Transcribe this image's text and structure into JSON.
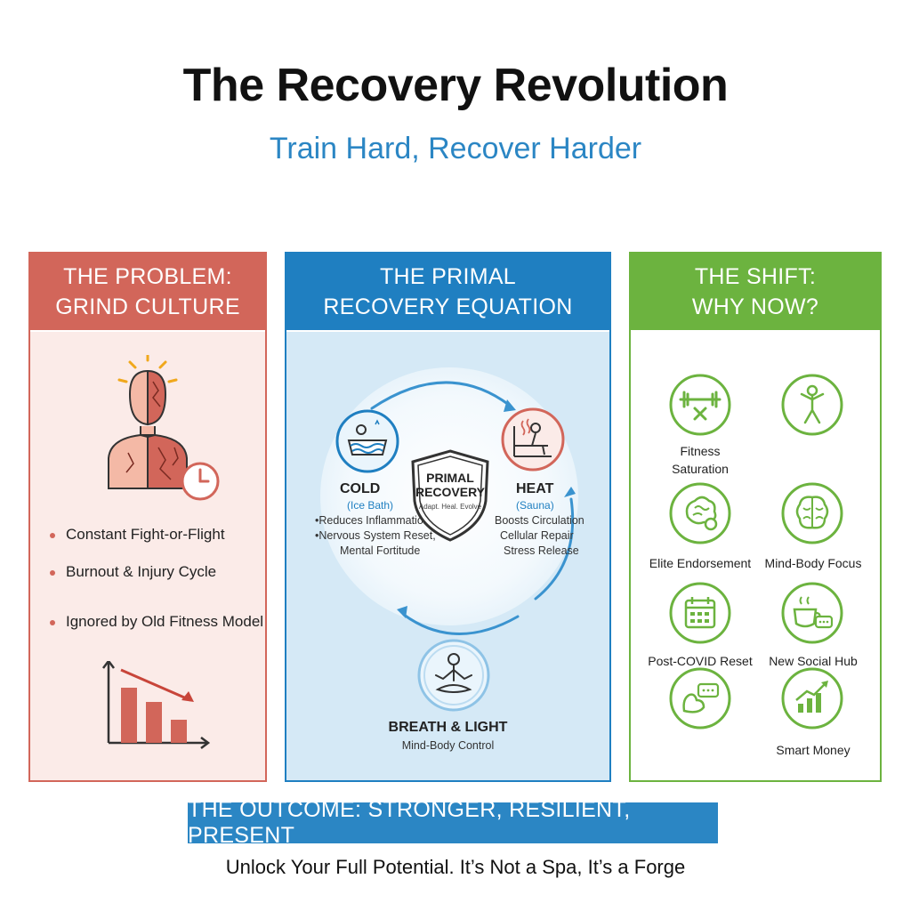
{
  "header": {
    "title": "The Recovery Revolution",
    "subtitle": "Train Hard, Recover Harder"
  },
  "colors": {
    "problem": "#d2665a",
    "equation": "#1f7fc1",
    "shift": "#6cb33f",
    "outcome": "#2b86c4"
  },
  "problem": {
    "title": "THE PROBLEM:\nGRIND CULTURE",
    "bullets": [
      "Constant Fight-or-Flight",
      "Burnout & Injury Cycle",
      "Ignored by Old Fitness Model"
    ],
    "icons": [
      "stressed-person-icon",
      "clock-icon",
      "declining-bar-chart-icon"
    ]
  },
  "equation": {
    "title": "THE PRIMAL\nRECOVERY EQUATION",
    "center_badge": {
      "line1": "PRIMAL",
      "line2": "RECOVERY",
      "line3": "Adapt. Heal. Evolve"
    },
    "cold": {
      "label": "COLD",
      "sub": "(Ice Bath)",
      "benefits": [
        "•Reduces Inflammation",
        "•Nervous System Reset,",
        "Mental Fortitude"
      ],
      "icon": "ice-bath-icon"
    },
    "heat": {
      "label": "HEAT",
      "sub": "(Sauna)",
      "benefits": [
        "Boosts Circulation",
        "Cellular Repair",
        "Stress Release"
      ],
      "icon": "sauna-icon"
    },
    "breath": {
      "label": "BREATH & LIGHT",
      "sub": "Mind-Body Control",
      "icon": "meditation-icon"
    }
  },
  "shift": {
    "title": "THE SHIFT:\nWHY NOW?",
    "items": [
      {
        "label": "Fitness\nSaturation",
        "icon": "barbell-x-icon"
      },
      {
        "label": "",
        "icon": "athlete-icon"
      },
      {
        "label": "Elite Endorsement",
        "icon": "brain-gear-icon"
      },
      {
        "label": "Mind-Body Focus",
        "icon": "brain-icon"
      },
      {
        "label": "Post-COVID Reset",
        "icon": "calendar-icon"
      },
      {
        "label": "New Social Hub",
        "icon": "coffee-chat-icon"
      },
      {
        "label": "",
        "icon": "flex-chat-icon"
      },
      {
        "label": "Smart Money",
        "icon": "growth-chart-icon"
      }
    ]
  },
  "outcome": "THE OUTCOME: STRONGER, RESILIENT, PRESENT",
  "tagline": "Unlock Your Full Potential. It’s Not a Spa, It’s a Forge"
}
